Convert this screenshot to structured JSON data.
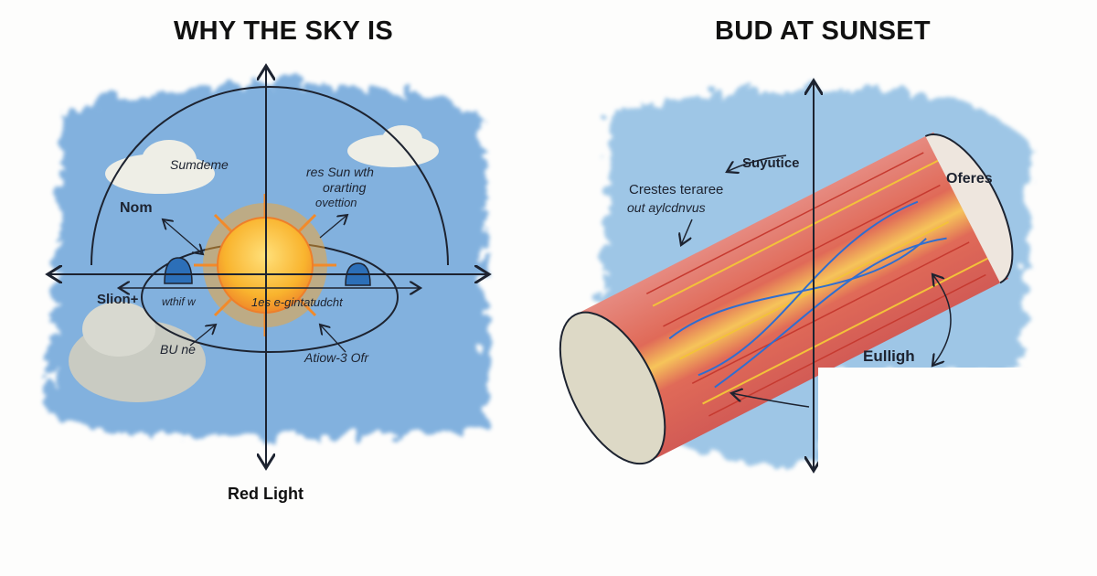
{
  "left_panel": {
    "title": "WHY THE SKY IS",
    "labels": {
      "sumdeme": "Sumdeme",
      "sun_with": "res Sun wth",
      "orarting": "orarting",
      "overtion": "ovettion",
      "nom": "Nom",
      "slion": "Slion+",
      "whithw": "wthif w",
      "gintatudcht": "1es e-gintatudcht",
      "bune": "BU ne",
      "atlow": "Atiow-3 Ofr",
      "red_light": "Red Light"
    }
  },
  "right_panel": {
    "title": "BUD AT SUNSET",
    "labels": {
      "suyutice": "Suyutice",
      "crestes": "Crestes teraree",
      "out": "out aylcdnvus",
      "oferes": "Oferes",
      "eulligh": "Eulligh"
    }
  },
  "colors": {
    "sky": "#6fa6d8",
    "sun": "#f7b52c",
    "tube": "#dd6a5e",
    "ink": "#1d2330"
  }
}
